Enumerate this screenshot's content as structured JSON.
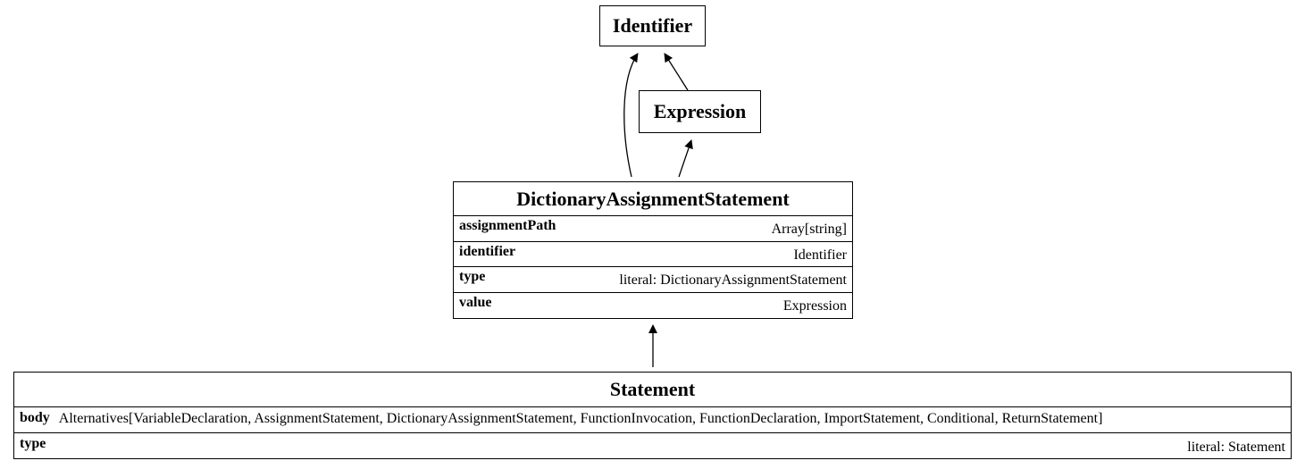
{
  "nodes": {
    "identifier": {
      "title": "Identifier"
    },
    "expression": {
      "title": "Expression"
    },
    "dictionary_assignment_statement": {
      "title": "DictionaryAssignmentStatement",
      "fields": [
        {
          "name": "assignmentPath",
          "type": "Array[string]"
        },
        {
          "name": "identifier",
          "type": "Identifier"
        },
        {
          "name": "type",
          "type": "literal: DictionaryAssignmentStatement"
        },
        {
          "name": "value",
          "type": "Expression"
        }
      ]
    },
    "statement": {
      "title": "Statement",
      "fields": [
        {
          "name": "body",
          "type": "Alternatives[VariableDeclaration, AssignmentStatement, DictionaryAssignmentStatement, FunctionInvocation, FunctionDeclaration, ImportStatement, Conditional, ReturnStatement]"
        },
        {
          "name": "type",
          "type": "literal: Statement"
        }
      ]
    }
  },
  "edges": [
    {
      "from": "Expression",
      "to": "Identifier"
    },
    {
      "from": "DictionaryAssignmentStatement",
      "to": "Identifier"
    },
    {
      "from": "DictionaryAssignmentStatement",
      "to": "Expression"
    },
    {
      "from": "Statement",
      "to": "DictionaryAssignmentStatement"
    }
  ],
  "colors": {
    "stroke": "#000000",
    "background": "#ffffff"
  }
}
